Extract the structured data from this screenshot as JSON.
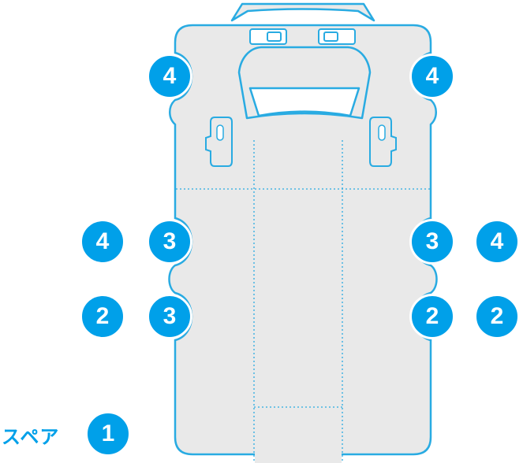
{
  "colors": {
    "accent_blue": "#00a0e9",
    "outline_blue": "#29abe2",
    "body_gray": "#e9e9e9"
  },
  "diagram": {
    "spare_label": "スペア",
    "markers": [
      {
        "position": "front-left",
        "value": "4"
      },
      {
        "position": "front-right",
        "value": "4"
      },
      {
        "position": "middle-left-outer",
        "value": "4"
      },
      {
        "position": "middle-left-inner",
        "value": "3"
      },
      {
        "position": "middle-right-inner",
        "value": "3"
      },
      {
        "position": "middle-right-outer",
        "value": "4"
      },
      {
        "position": "rear-left-outer",
        "value": "2"
      },
      {
        "position": "rear-left-inner",
        "value": "3"
      },
      {
        "position": "rear-right-inner",
        "value": "2"
      },
      {
        "position": "rear-right-outer",
        "value": "2"
      },
      {
        "position": "spare",
        "value": "1"
      }
    ]
  }
}
